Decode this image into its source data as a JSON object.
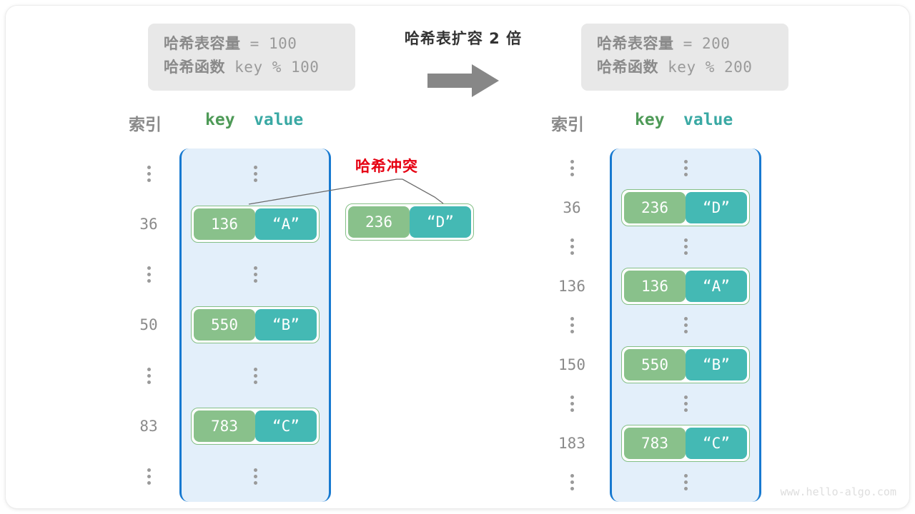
{
  "diagram": {
    "watermark": "www.hello-algo.com",
    "expand_title": "哈希表扩容 2 倍",
    "arrow_icon": "right-arrow-icon",
    "collision_label": "哈希冲突",
    "accent_colors": {
      "key_green": "#89c18b",
      "value_teal": "#44b9b4",
      "bucket_fill": "#e3effa",
      "bucket_border": "#1779d0",
      "pair_border": "#84bf86",
      "collision_red": "#e60012",
      "info_box_bg": "#e8e8e8",
      "muted_text": "#8a8a8a"
    }
  },
  "before": {
    "info": {
      "capacity_label": "哈希表容量",
      "capacity_value": "= 100",
      "hashfunc_label": "哈希函数",
      "hashfunc_value": "key % 100"
    },
    "headers": {
      "index": "索引",
      "key": "key",
      "value": "value"
    },
    "rows": [
      {
        "index": "⋮",
        "type": "ellipsis"
      },
      {
        "index": "36",
        "type": "entry",
        "key": "136",
        "value": "“A”"
      },
      {
        "index": "⋮",
        "type": "ellipsis"
      },
      {
        "index": "50",
        "type": "entry",
        "key": "550",
        "value": "“B”"
      },
      {
        "index": "⋮",
        "type": "ellipsis"
      },
      {
        "index": "83",
        "type": "entry",
        "key": "783",
        "value": "“C”"
      },
      {
        "index": "⋮",
        "type": "ellipsis"
      }
    ],
    "colliding_entry": {
      "key": "236",
      "value": "“D”"
    }
  },
  "after": {
    "info": {
      "capacity_label": "哈希表容量",
      "capacity_value": "= 200",
      "hashfunc_label": "哈希函数",
      "hashfunc_value": "key % 200"
    },
    "headers": {
      "index": "索引",
      "key": "key",
      "value": "value"
    },
    "rows": [
      {
        "index": "⋮",
        "type": "ellipsis"
      },
      {
        "index": "36",
        "type": "entry",
        "key": "236",
        "value": "“D”"
      },
      {
        "index": "⋮",
        "type": "ellipsis"
      },
      {
        "index": "136",
        "type": "entry",
        "key": "136",
        "value": "“A”"
      },
      {
        "index": "⋮",
        "type": "ellipsis"
      },
      {
        "index": "150",
        "type": "entry",
        "key": "550",
        "value": "“B”"
      },
      {
        "index": "⋮",
        "type": "ellipsis"
      },
      {
        "index": "183",
        "type": "entry",
        "key": "783",
        "value": "“C”"
      },
      {
        "index": "⋮",
        "type": "ellipsis"
      }
    ]
  }
}
